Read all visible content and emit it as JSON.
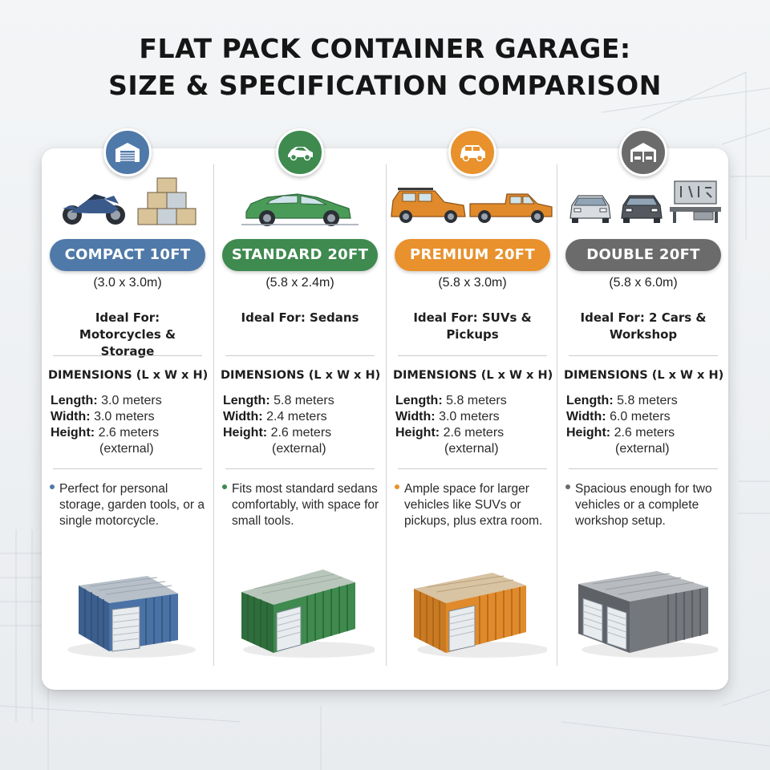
{
  "title_line1": "FLAT PACK CONTAINER GARAGE:",
  "title_line2": "SIZE & SPECIFICATION COMPARISON",
  "columns": [
    {
      "name": "COMPACT 10FT",
      "size": "(3.0 x 3.0m)",
      "ideal": "Ideal For: Motorcycles & Storage",
      "dim_head": "DIMENSIONS (L x W x H)",
      "length_label": "Length:",
      "length_value": "3.0 meters",
      "width_label": "Width:",
      "width_value": "3.0 meters",
      "height_label": "Height:",
      "height_value": "2.6 meters",
      "height_note": "(external)",
      "description": "Perfect for personal storage, garden tools, or a single motorcycle.",
      "color": "#4f79a8",
      "icon": "garage-icon",
      "vehicles": [
        "motorcycle-icon",
        "boxes-icon"
      ]
    },
    {
      "name": "STANDARD 20FT",
      "size": "(5.8 x 2.4m)",
      "ideal": "Ideal For: Sedans",
      "dim_head": "DIMENSIONS (L x W x H)",
      "length_label": "Length:",
      "length_value": "5.8 meters",
      "width_label": "Width:",
      "width_value": "2.4 meters",
      "height_label": "Height:",
      "height_value": "2.6 meters",
      "height_note": "(external)",
      "description": "Fits most standard sedans comfortably, with space for small tools.",
      "color": "#3e8a4f",
      "icon": "car-icon",
      "vehicles": [
        "sedan-icon"
      ]
    },
    {
      "name": "PREMIUM 20FT",
      "size": "(5.8 x 3.0m)",
      "ideal": "Ideal For: SUVs & Pickups",
      "dim_head": "DIMENSIONS (L x W x H)",
      "length_label": "Length:",
      "length_value": "5.8 meters",
      "width_label": "Width:",
      "width_value": "3.0 meters",
      "height_label": "Height:",
      "height_value": "2.6 meters",
      "height_note": "(external)",
      "description": "Ample space for larger vehicles like SUVs or pickups, plus extra room.",
      "color": "#e8912d",
      "icon": "suv-icon",
      "vehicles": [
        "suv-icon",
        "pickup-icon"
      ]
    },
    {
      "name": "DOUBLE 20FT",
      "size": "(5.8 x 6.0m)",
      "ideal": "Ideal For: 2 Cars & Workshop",
      "dim_head": "DIMENSIONS (L x W x H)",
      "length_label": "Length:",
      "length_value": "5.8 meters",
      "width_label": "Width:",
      "width_value": "6.0 meters",
      "height_label": "Height:",
      "height_value": "2.6 meters",
      "height_note": "(external)",
      "description": "Spacious enough for two vehicles or a complete workshop setup.",
      "color": "#6b6b6b",
      "icon": "double-garage-icon",
      "vehicles": [
        "car-icon",
        "car-icon",
        "workbench-icon"
      ]
    }
  ]
}
